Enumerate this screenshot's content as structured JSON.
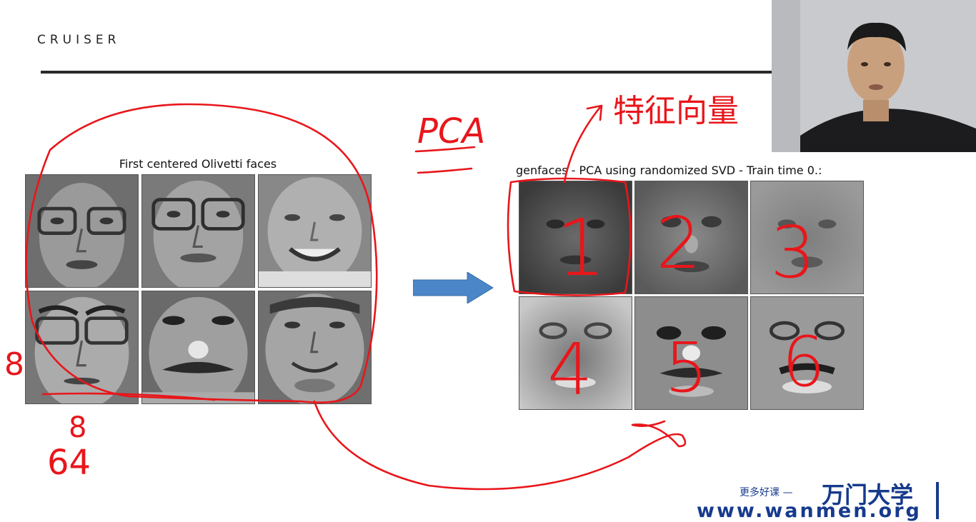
{
  "slide": {
    "logo": "CRUISER",
    "left_figure_title": "First centered Olivetti faces",
    "right_figure_title": "genfaces - PCA using randomized SVD - Train time 0.:"
  },
  "annotations": {
    "pca_label": "PCA",
    "eigenvector_label": "特征向量",
    "face_numbers": [
      "1",
      "2",
      "3",
      "4",
      "5",
      "6"
    ],
    "side_number": "8",
    "bottom_numbers_top": "8",
    "bottom_numbers_bottom": "64"
  },
  "watermark": {
    "tagline": "更多好课 —",
    "brand": "万门大学",
    "url": "www.wanmen.org"
  },
  "colors": {
    "ink": "#e8161b",
    "arrow": "#4a86c8",
    "watermark": "#163a8c",
    "rule": "#2a2a2a"
  }
}
